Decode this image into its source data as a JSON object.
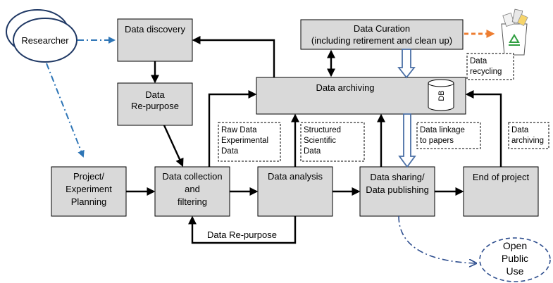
{
  "actor": {
    "label": "Researcher"
  },
  "boxes": {
    "discovery": [
      "Data discovery"
    ],
    "repurpose": [
      "Data",
      "Re-purpose"
    ],
    "curation": [
      "Data Curation",
      "(including retirement and clean up)"
    ],
    "archiving": [
      "Data archiving"
    ],
    "planning": [
      "Project/",
      "Experiment",
      "Planning"
    ],
    "collection": [
      "Data collection",
      "and",
      "filtering"
    ],
    "analysis": [
      "Data analysis"
    ],
    "sharing": [
      "Data sharing/",
      "Data publishing"
    ],
    "end": [
      "End of project"
    ]
  },
  "database_label": "DB",
  "notes": {
    "raw": [
      "Raw Data",
      "Experimental",
      "Data"
    ],
    "structured": [
      "Structured",
      "Scientific",
      "Data"
    ],
    "linkage": [
      "Data linkage",
      "to papers"
    ],
    "archiving": [
      "Data",
      "archiving"
    ],
    "recycling": [
      "Data",
      "recycling"
    ]
  },
  "bottom_label": "Data Re-purpose",
  "public_use": [
    "Open",
    "Public",
    "Use"
  ],
  "colors": {
    "box_fill": "#d9d9d9",
    "blue_dash": "#2e75b6",
    "orange_dash": "#ed7d31",
    "recycle_green": "#2e9e3f"
  }
}
